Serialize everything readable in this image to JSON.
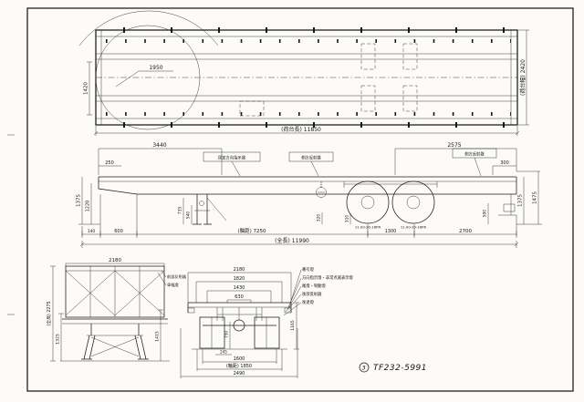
{
  "meta": {
    "drawing_no_circle": "3",
    "drawing_no": "TF232-5991"
  },
  "top_view": {
    "dim_radius": "1950",
    "dim_inner_width": "1420",
    "dim_bed_length": "(荷台長) 11850",
    "dim_bed_width": "(荷台幅) 2420"
  },
  "side_view": {
    "label_fixed_turn_indicator": "固定方向指示器",
    "label_side_reflector_mid": "側方反射器",
    "label_side_reflector_rear": "側方反射器",
    "dim_3440": "3440",
    "dim_250": "250",
    "dim_2575": "2575",
    "dim_300": "300",
    "dim_height_left": "1375",
    "dim_1220": "1220",
    "dim_735": "735",
    "dim_540": "540",
    "dim_320": "320",
    "dim_310": "310",
    "dim_590": "590",
    "dim_height_right": "1375",
    "dim_1475": "1475",
    "dim_140": "140",
    "dim_600": "600",
    "dim_wheelbase": "(軸距) 7250",
    "dim_1300": "1300",
    "dim_2700": "2700",
    "dim_overall_length": "(全長) 11990",
    "tire_spec_front": "11.00-20-16PR",
    "tire_spec_rear": "11.00-20-16PR"
  },
  "front_view": {
    "dim_width": "2180",
    "dim_overall_height": "(全高) 2275",
    "dim_1325": "1325",
    "dim_1415": "1415",
    "label_front_reflector": "前部反射器",
    "label_clearance_lamp": "車幅燈"
  },
  "rear_view": {
    "dim_2180": "2180",
    "dim_1820": "1820",
    "dim_1430": "1430",
    "dim_630": "630",
    "dim_1165": "1165",
    "dim_750": "750",
    "dim_245": "245",
    "dim_1600": "1600",
    "dim_track": "(輪距) 1850",
    "dim_2490": "2490",
    "label_number_lamp": "番号燈",
    "label_turn_hazard": "方向指示燈・非常点滅表示燈",
    "label_tail_stop": "尾燈・制動燈",
    "label_rear_reflector": "後部反射器",
    "label_reverse_lamp": "後退燈"
  }
}
